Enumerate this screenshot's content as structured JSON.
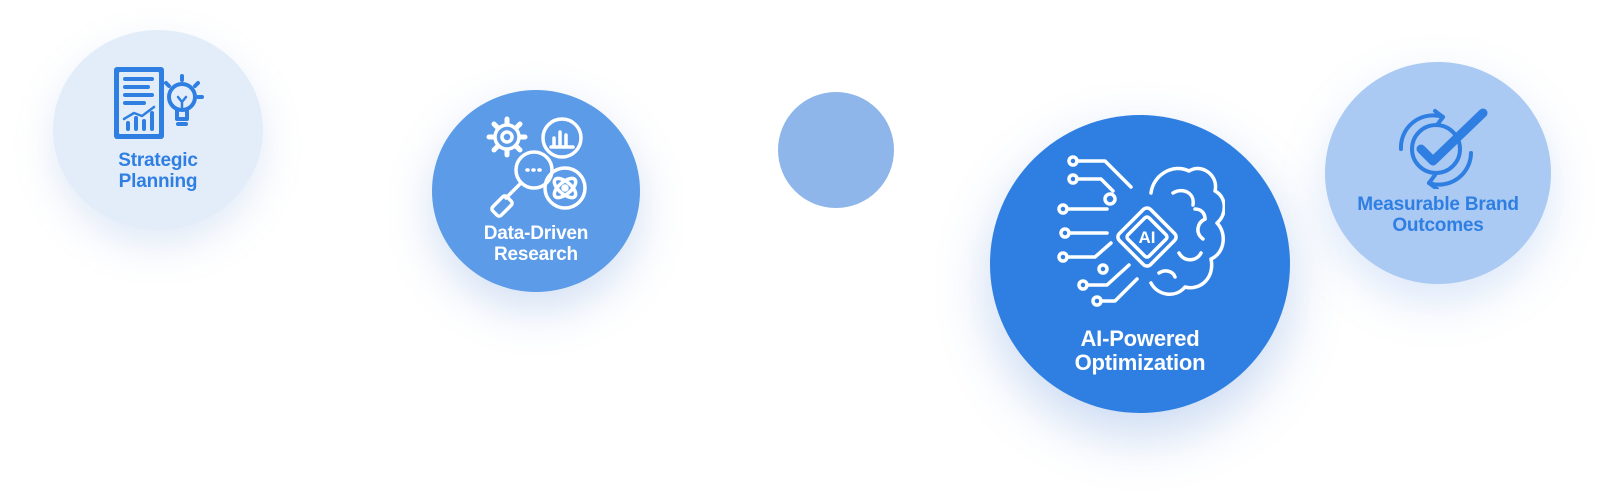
{
  "steps": [
    {
      "label": "Strategic\nPlanning",
      "icon": "strategy-plan-lightbulb-icon"
    },
    {
      "label": "Data-Driven\nResearch",
      "icon": "research-magnifier-icon"
    },
    {
      "label": "",
      "icon": ""
    },
    {
      "label": "AI-Powered\nOptimization",
      "icon": "ai-brain-chip-icon"
    },
    {
      "label": "Measurable Brand\nOutcomes",
      "icon": "check-cycle-icon"
    }
  ],
  "colors": {
    "step1_bg": "#e3edf9",
    "step2_bg": "#5b9be8",
    "step3_bg": "#8fb6ea",
    "step4_bg": "#2e7fe1",
    "step5_bg": "#aac9f3",
    "accent": "#2f7fe3",
    "on_dark_text": "#ffffff"
  }
}
